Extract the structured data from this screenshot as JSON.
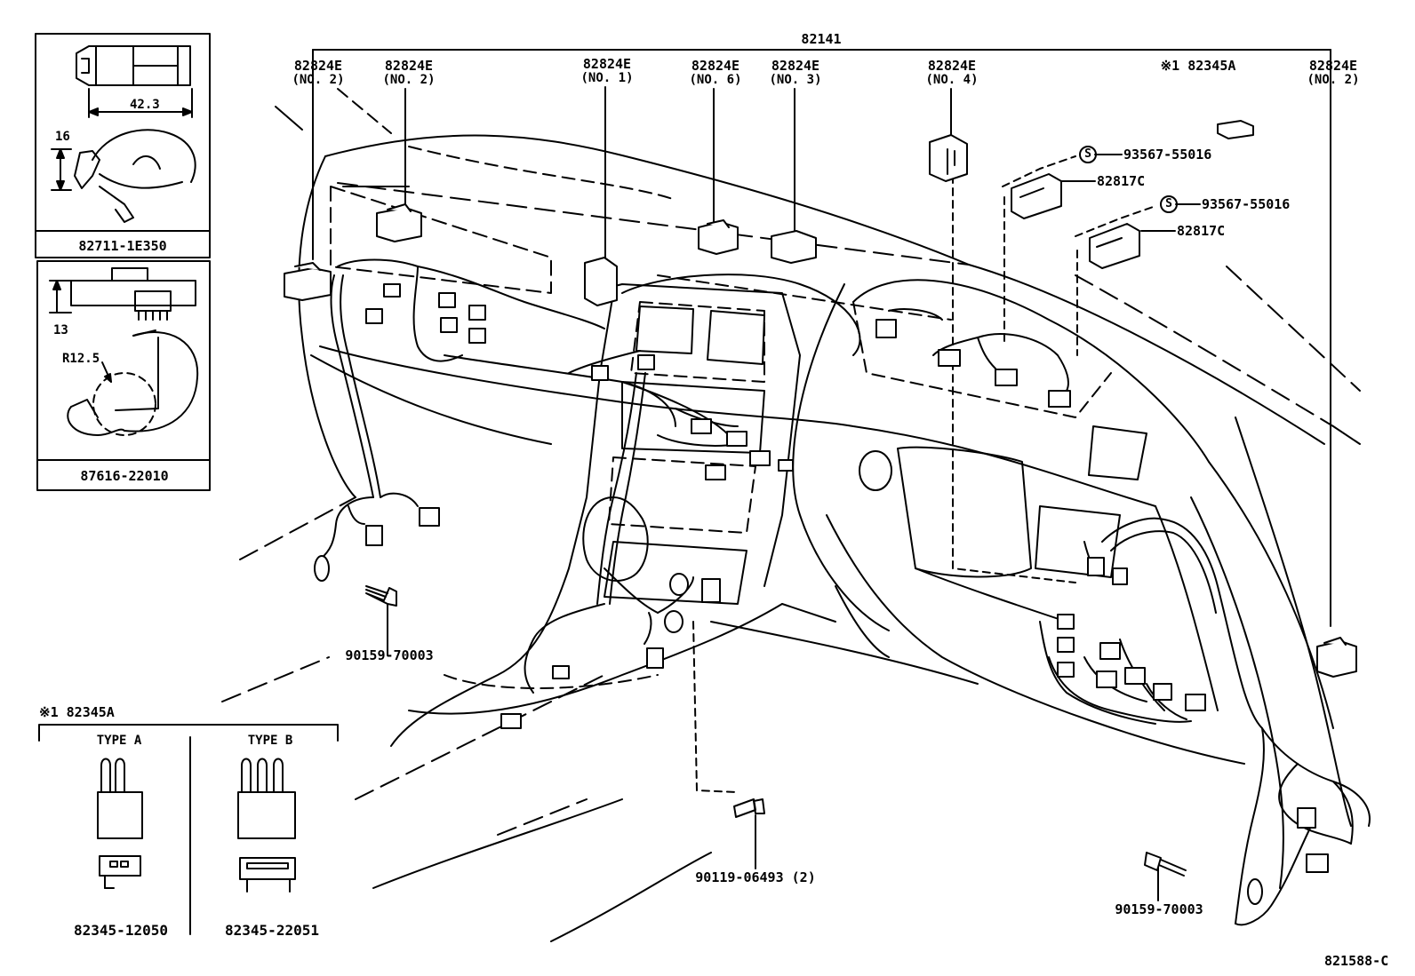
{
  "top_part": "82141",
  "callouts_top": [
    {
      "id": "c1",
      "part": "82824E",
      "sub": "(NO. 2)"
    },
    {
      "id": "c2",
      "part": "82824E",
      "sub": "(NO. 2)"
    },
    {
      "id": "c3",
      "part": "82824E",
      "sub": "(NO. 1)"
    },
    {
      "id": "c4",
      "part": "82824E",
      "sub": "(NO. 6)"
    },
    {
      "id": "c5",
      "part": "82824E",
      "sub": "(NO. 3)"
    },
    {
      "id": "c6",
      "part": "82824E",
      "sub": "(NO. 4)"
    },
    {
      "id": "c7",
      "part": "※1 82345A",
      "sub": ""
    },
    {
      "id": "c8",
      "part": "82824E",
      "sub": "(NO. 2)"
    }
  ],
  "side_parts": {
    "screw_a": "93567-55016",
    "bracket_a": "82817C",
    "screw_b": "93567-55016",
    "bracket_b": "82817C",
    "s_mark": "S"
  },
  "inset_clip": {
    "dim_length": "42.3",
    "dim_height": "16",
    "part": "82711-1E350"
  },
  "inset_clamp": {
    "dim_height": "13",
    "dim_radius": "R12.5",
    "part": "87616-22010"
  },
  "bolts": {
    "left": "90159-70003",
    "center": "90119-06493 (2)",
    "right": "90159-70003"
  },
  "relay_inset": {
    "title": "※1 82345A",
    "type_a": "TYPE A",
    "type_b": "TYPE B",
    "part_a": "82345-12050",
    "part_b": "82345-22051"
  },
  "diagram_id": "821588-C"
}
